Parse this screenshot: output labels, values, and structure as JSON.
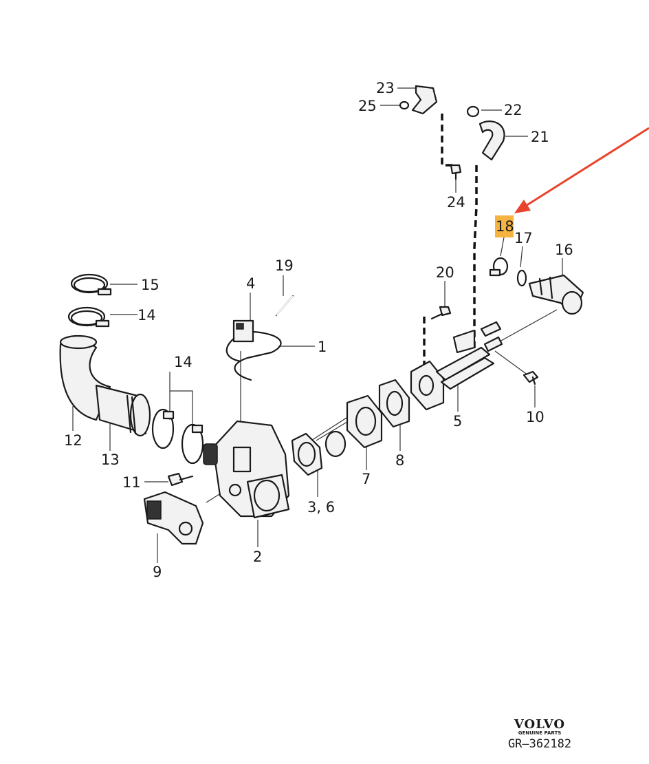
{
  "callouts": {
    "c1": "1",
    "c2": "2",
    "c36": "3, 6",
    "c4": "4",
    "c5": "5",
    "c7": "7",
    "c8": "8",
    "c9": "9",
    "c10": "10",
    "c11": "11",
    "c12": "12",
    "c13": "13",
    "c14a": "14",
    "c14b": "14",
    "c15": "15",
    "c16": "16",
    "c17": "17",
    "c18": "18",
    "c19": "19",
    "c20": "20",
    "c21": "21",
    "c22": "22",
    "c23": "23",
    "c24": "24",
    "c25": "25"
  },
  "highlight": {
    "color": "#f5b342",
    "part": "18"
  },
  "arrow": {
    "color": "#e8432b"
  },
  "brand": {
    "logo": "VOLVO",
    "subtitle": "GENUINE PARTS",
    "code": "GR–362182"
  }
}
